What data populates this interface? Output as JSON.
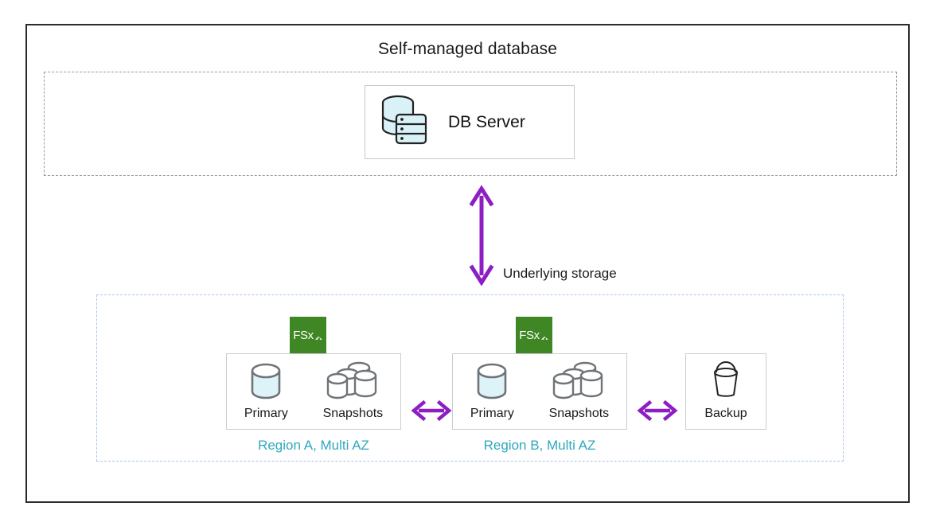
{
  "diagram": {
    "title": "Self-managed database",
    "accent_purple": "#8c1ec4",
    "accent_teal": "#2fa8bd",
    "fsx_green": "#3f8624",
    "dashed_gray": "#9a9a9a",
    "dashed_blue": "#a9c4ef"
  },
  "top_group": {
    "name": "self-managed-database-group",
    "node": {
      "label": "DB Server",
      "icon": "database-server-icon"
    }
  },
  "connector_vertical": {
    "icon": "double-headed-vertical-arrow-icon",
    "caption": "Underlying storage"
  },
  "bottom_group": {
    "name": "underlying-storage-group",
    "regions": [
      {
        "badge": {
          "text": "FSx",
          "icon": "aws-fsx-logo-icon"
        },
        "caption": "Region A, Multi AZ",
        "nodes": [
          {
            "label": "Primary",
            "icon": "cylinder-primary-icon"
          },
          {
            "label": "Snapshots",
            "icon": "stacked-cylinders-snapshots-icon"
          }
        ]
      },
      {
        "badge": {
          "text": "FSx",
          "icon": "aws-fsx-logo-icon"
        },
        "caption": "Region B, Multi AZ",
        "nodes": [
          {
            "label": "Primary",
            "icon": "cylinder-primary-icon"
          },
          {
            "label": "Snapshots",
            "icon": "stacked-cylinders-snapshots-icon"
          }
        ]
      }
    ],
    "backup": {
      "label": "Backup",
      "icon": "bucket-backup-icon"
    },
    "connectors": [
      {
        "icon": "double-headed-horizontal-arrow-icon",
        "between": "region-a-region-b"
      },
      {
        "icon": "double-headed-horizontal-arrow-icon",
        "between": "region-b-backup"
      }
    ]
  }
}
